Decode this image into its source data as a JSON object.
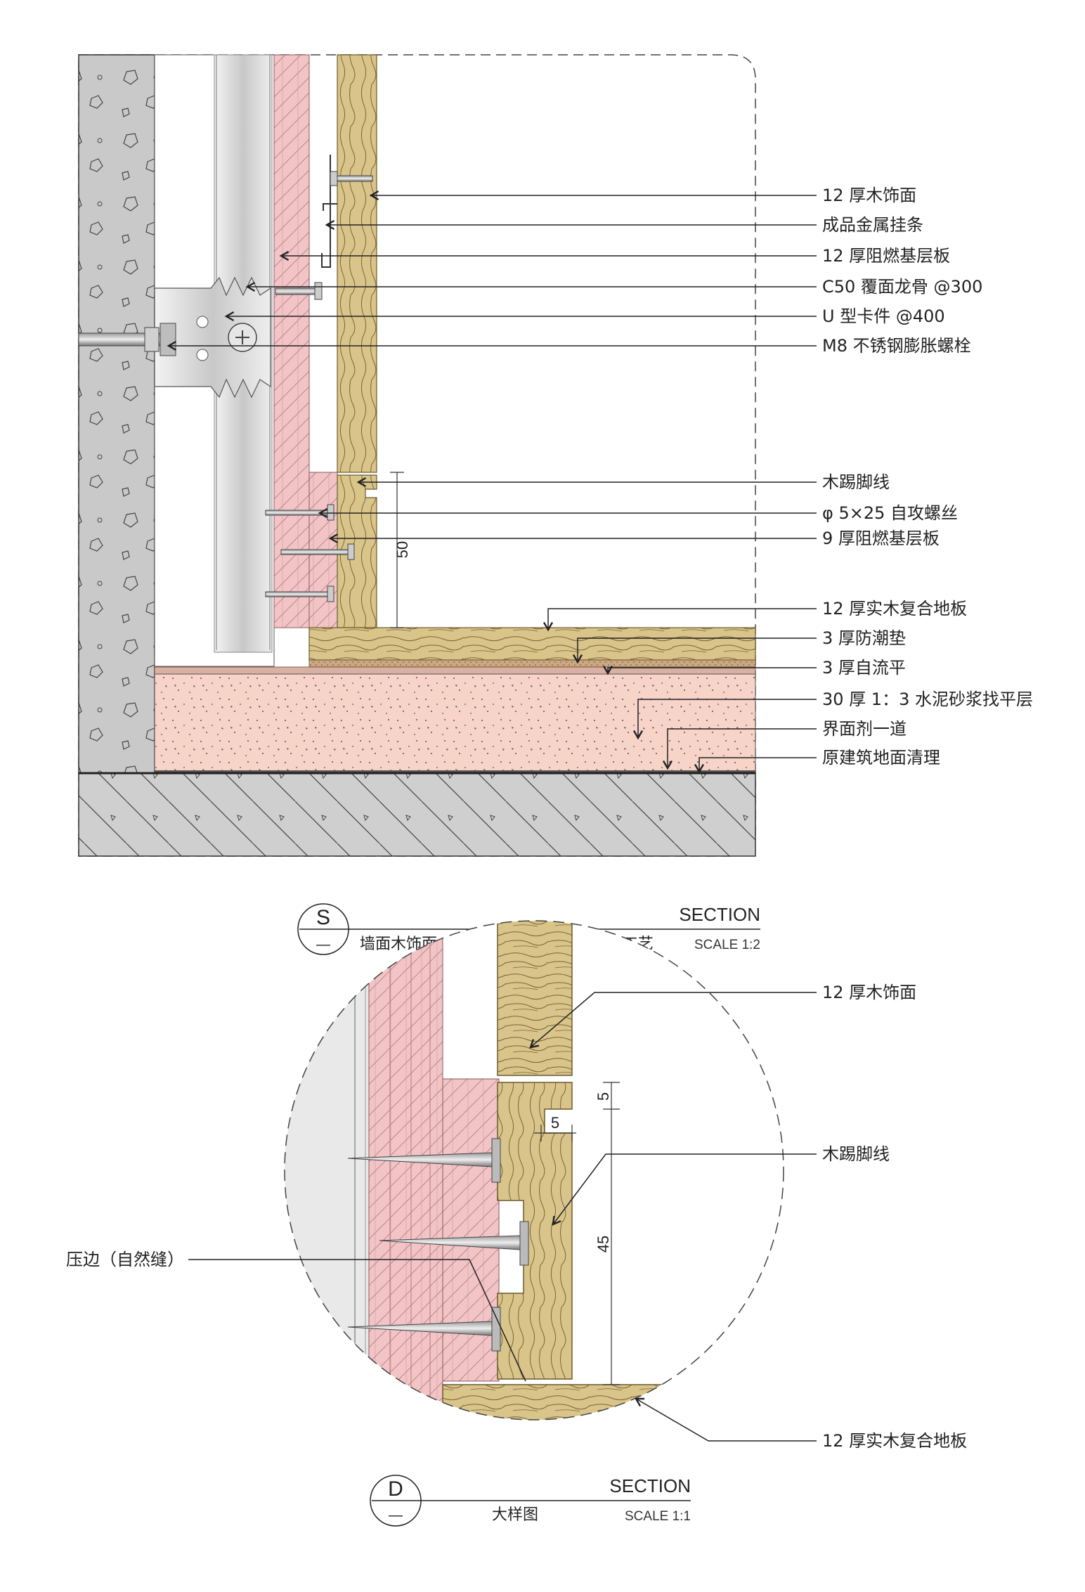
{
  "section_s": {
    "bubble_letter": "S",
    "bubble_sub": "—",
    "title": "SECTION",
    "subtitle": "墙面木饰面、木踢脚与地面木地板压边工艺",
    "scale": "SCALE 1:2",
    "dimension": "50",
    "labels": [
      "12 厚木饰面",
      "成品金属挂条",
      "12 厚阻燃基层板",
      "C50 覆面龙骨 @300",
      "U 型卡件 @400",
      "M8 不锈钢膨胀螺栓",
      "木踢脚线",
      "φ 5×25 自攻螺丝",
      "9 厚阻燃基层板",
      "12 厚实木复合地板",
      "3 厚防潮垫",
      "3 厚自流平",
      "30 厚 1：3 水泥砂浆找平层",
      "界面剂一道",
      "原建筑地面清理"
    ]
  },
  "section_d": {
    "bubble_letter": "D",
    "bubble_sub": "—",
    "title": "SECTION",
    "subtitle": "大样图",
    "scale": "SCALE 1:1",
    "dim_top": "5",
    "dim_side": "5",
    "dim_main": "45",
    "labels": {
      "top": "12 厚木饰面",
      "mid": "木踢脚线",
      "left": "压边（自然缝）",
      "bottom": "12 厚实木复合地板"
    }
  },
  "colors": {
    "concrete": "#c9c9c9",
    "wood": "#d9c48a",
    "board": "#f2c4c6",
    "screed": "#f7d3c8",
    "underlay": "#c9a882",
    "metal": "#d6d6d6"
  }
}
